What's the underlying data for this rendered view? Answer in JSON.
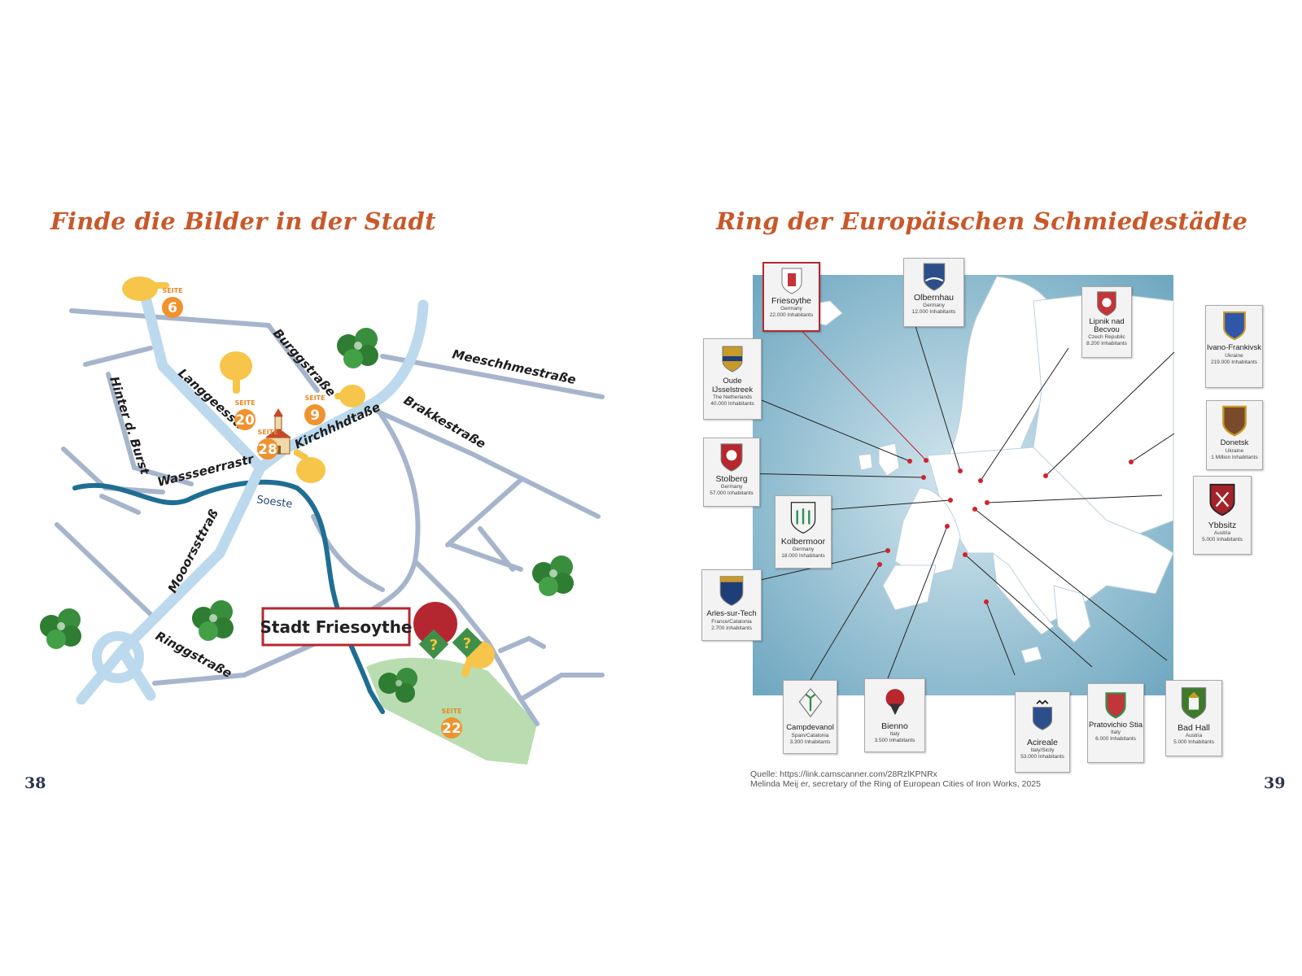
{
  "left": {
    "title": "Finde die Bilder in der Stadt",
    "page_number": "38",
    "town_label": "Stadt Friesoythe",
    "river": "Soeste",
    "streets": {
      "langestr": "Langgeesstr",
      "burgstr": "Burggstraße",
      "hinter": "Hinter d. Burst",
      "meerach": "Meeschhmestraße",
      "brake": "Brakkestraße",
      "kirch": "Kirchhhdtaße",
      "wasser": "Wassseerrastr",
      "moor": "Mooorssttraß",
      "ring": "Ringgstraße"
    },
    "seite_label": "SEITE",
    "markers": [
      "6",
      "20",
      "9",
      "28",
      "22"
    ],
    "quiz_glyph": "?"
  },
  "right": {
    "title": "Ring der Europäischen Schmiedestädte",
    "page_number": "39",
    "source_line1": "Quelle: https://link.camscanner.com/28RzlKPNRx",
    "source_line2": "Melinda Meij er, secretary of the Ring of European Cities of Iron Works, 2025",
    "cities": [
      {
        "name": "Friesoythe",
        "country": "Germany",
        "pop": "22.000 Inhabitants",
        "color": "#c2353a",
        "highlight": true
      },
      {
        "name": "Olbernhau",
        "country": "Germany",
        "pop": "12.000 Inhabitants",
        "color": "#2c4f8c"
      },
      {
        "name": "Lipnik nad Becvou",
        "country": "Czech Republic",
        "pop": "8.200 Inhabitants",
        "color": "#c2353a"
      },
      {
        "name": "Ivano-Frankivsk",
        "country": "Ukraine",
        "pop": "219.000 Inhabitants",
        "color": "#2f56a8"
      },
      {
        "name": "Oude IJsselstreek",
        "country": "The Netherlands",
        "pop": "40.000 Inhabitants",
        "color": "#c89a2a"
      },
      {
        "name": "Donetsk",
        "country": "Ukraine",
        "pop": "1 Million Inhabitants",
        "color": "#7a4b2a"
      },
      {
        "name": "Stolberg",
        "country": "Germany",
        "pop": "57.000 Inhabitants",
        "color": "#b8262e"
      },
      {
        "name": "Ybbsitz",
        "country": "Austria",
        "pop": "5.000 Inhabitants",
        "color": "#a5222a"
      },
      {
        "name": "Kolbermoor",
        "country": "Germany",
        "pop": "18.000 Inhabitants",
        "color": "#2f8f5a"
      },
      {
        "name": "Arles-sur-Tech",
        "country": "France/Catalonia",
        "pop": "2.700 Inhabitants",
        "color": "#1e3e78"
      },
      {
        "name": "Campdevanol",
        "country": "Spain/Catalonia",
        "pop": "3.300 Inhabitants",
        "color": "#3b8a4a"
      },
      {
        "name": "Bienno",
        "country": "Italy",
        "pop": "3.500 Inhabitants",
        "color": "#b8262e"
      },
      {
        "name": "Acireale",
        "country": "Italy/Sicily",
        "pop": "53.000 Inhabitants",
        "color": "#2c4f8c"
      },
      {
        "name": "Pratovichio Stia",
        "country": "Italy",
        "pop": "6.000 Inhabitants",
        "color": "#c2353a"
      },
      {
        "name": "Bad Hall",
        "country": "Austria",
        "pop": "5.000 Inhabitants",
        "color": "#3d7a2a"
      }
    ]
  }
}
